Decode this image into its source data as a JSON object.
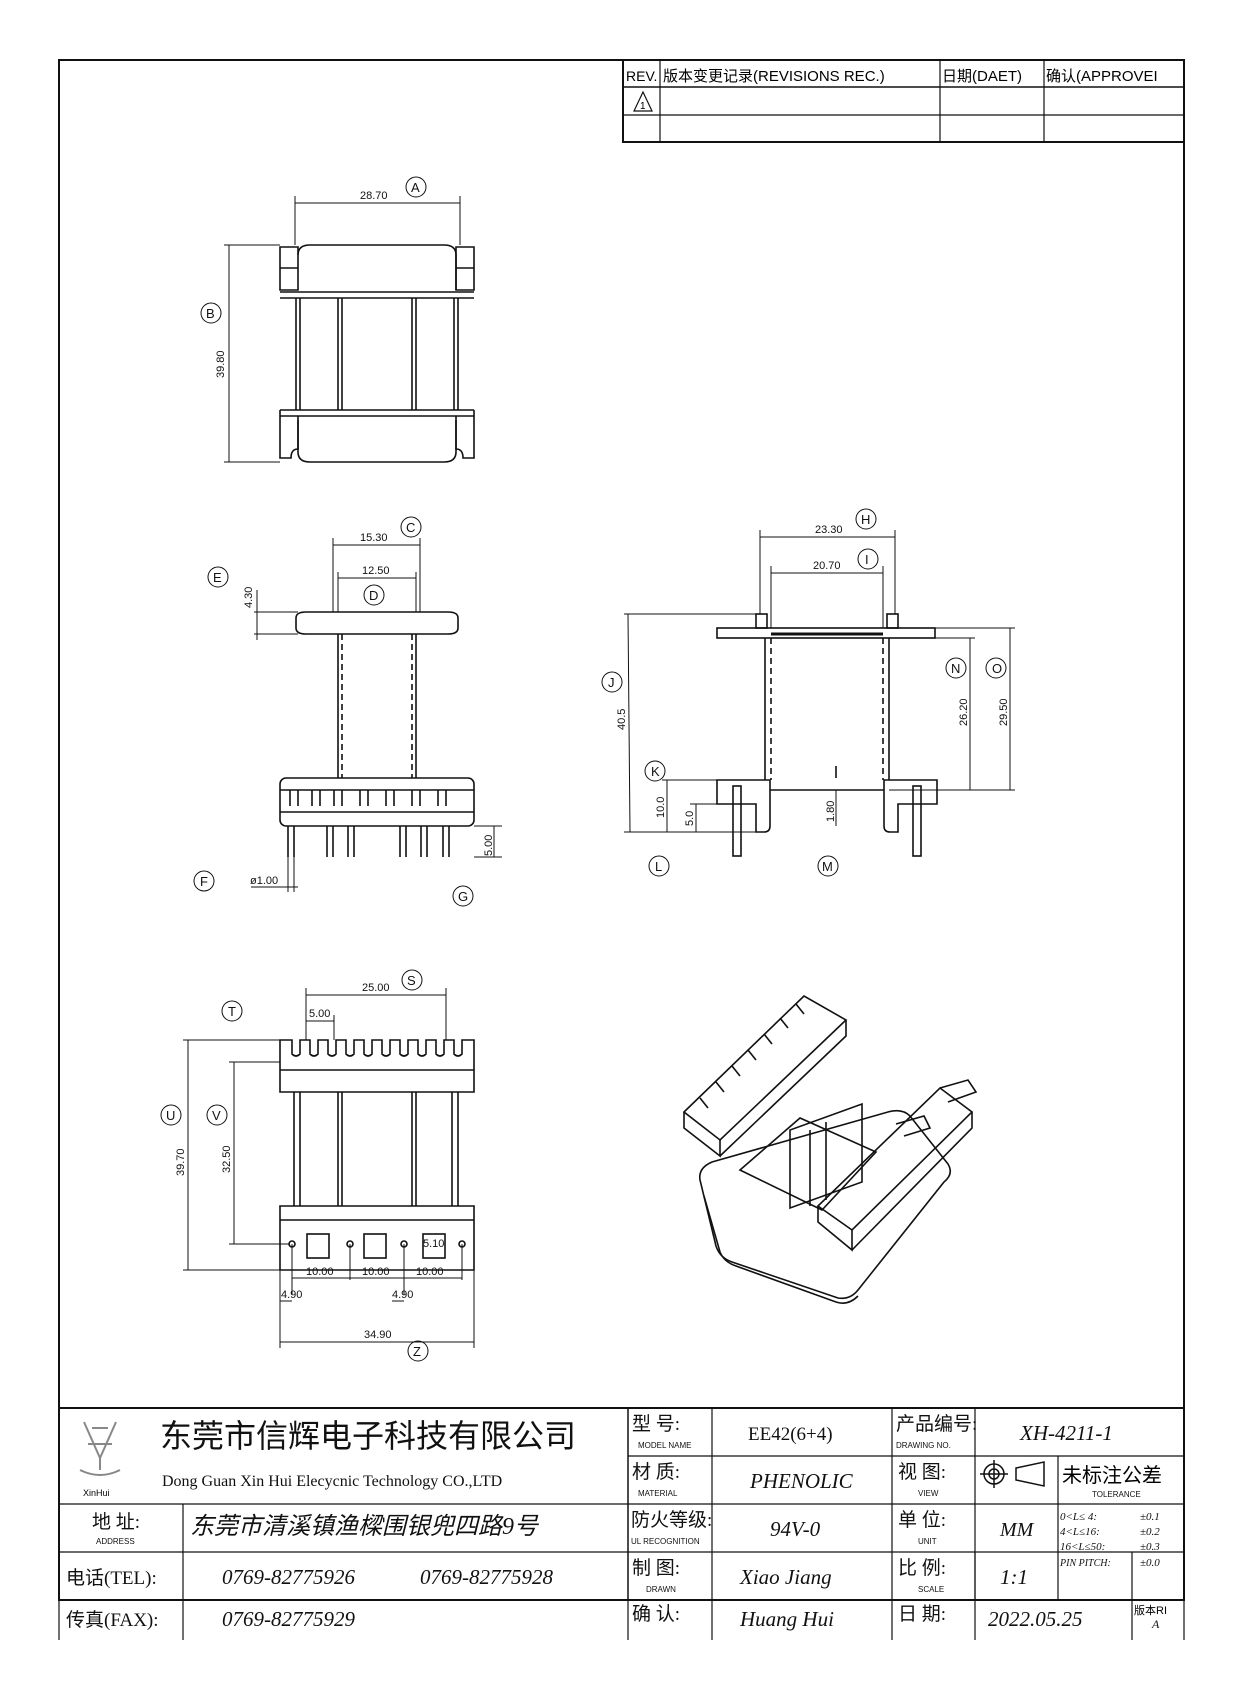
{
  "revision_table": {
    "headers": [
      "REV.",
      "版本变更记录(REVISIONS REC.)",
      "日期(DAET)",
      "确认(APPROVEI"
    ],
    "rev_symbol": "1"
  },
  "dimension_labels": {
    "A": "28.70",
    "B": "39.80",
    "C": "15.30",
    "D": "12.50",
    "E": "4.30",
    "F": "ø1.00",
    "G": "5.00",
    "H": "23.30",
    "I": "20.70",
    "J": "40.5",
    "K": "10.0",
    "L": "5.0",
    "M": "1.80",
    "N": "26.20",
    "O": "29.50",
    "S": "25.00",
    "T": "5.00",
    "U": "39.70",
    "V": "32.50",
    "Z": "34.90",
    "pitch1": "10.00",
    "pitch2": "10.00",
    "pitch3": "10.00",
    "offset1": "4.90",
    "offset2": "4.90",
    "pad": "5.10"
  },
  "callouts": [
    "A",
    "B",
    "C",
    "D",
    "E",
    "F",
    "G",
    "H",
    "I",
    "J",
    "K",
    "L",
    "M",
    "N",
    "O",
    "S",
    "T",
    "U",
    "V",
    "Z"
  ],
  "title_block": {
    "logo_text": "XinHui",
    "company_cn": "东莞市信辉电子科技有限公司",
    "company_en": "Dong Guan Xin Hui Elecycnic Technology CO.,LTD",
    "address_label": "地  址:",
    "address_label_en": "ADDRESS",
    "address": "东莞市清溪镇渔樑围银兜四路9号",
    "tel_label": "电话(TEL):",
    "tel1": "0769-82775926",
    "tel2": "0769-82775928",
    "fax_label": "传真(FAX):",
    "fax": "0769-82775929",
    "model_label": "型  号:",
    "model_label_en": "MODEL NAME",
    "model": "EE42(6+4)",
    "material_label": "材  质:",
    "material_label_en": "MATERIAL",
    "material": "PHENOLIC",
    "ul_label": "防火等级:",
    "ul_label_en": "UL RECOGNITION",
    "ul": "94V-0",
    "drawn_label": "制  图:",
    "drawn_label_en": "DRAWN",
    "drawn": "Xiao Jiang",
    "check_label": "确  认:",
    "check": "Huang Hui",
    "drawing_no_label": "产品编号:",
    "drawing_no_label_en": "DRAWING NO.",
    "drawing_no": "XH-4211-1",
    "view_label": "视  图:",
    "view_label_en": "VIEW",
    "unit_label": "单  位:",
    "unit_label_en": "UNIT",
    "unit": "MM",
    "scale_label": "比  例:",
    "scale_label_en": "SCALE",
    "scale": "1:1",
    "date_label": "日  期:",
    "date": "2022.05.25",
    "version_label": "版本RI",
    "version": "A",
    "tolerance_title": "未标注公差",
    "tolerance_en": "TOLERANCE",
    "tolerances": [
      {
        "range": "0<L≤ 4:",
        "value": "±0.1"
      },
      {
        "range": "4<L≤16:",
        "value": "±0.2"
      },
      {
        "range": "16<L≤50:",
        "value": "±0.3"
      },
      {
        "range": "PIN PITCH:",
        "value": "±0.0"
      }
    ]
  }
}
